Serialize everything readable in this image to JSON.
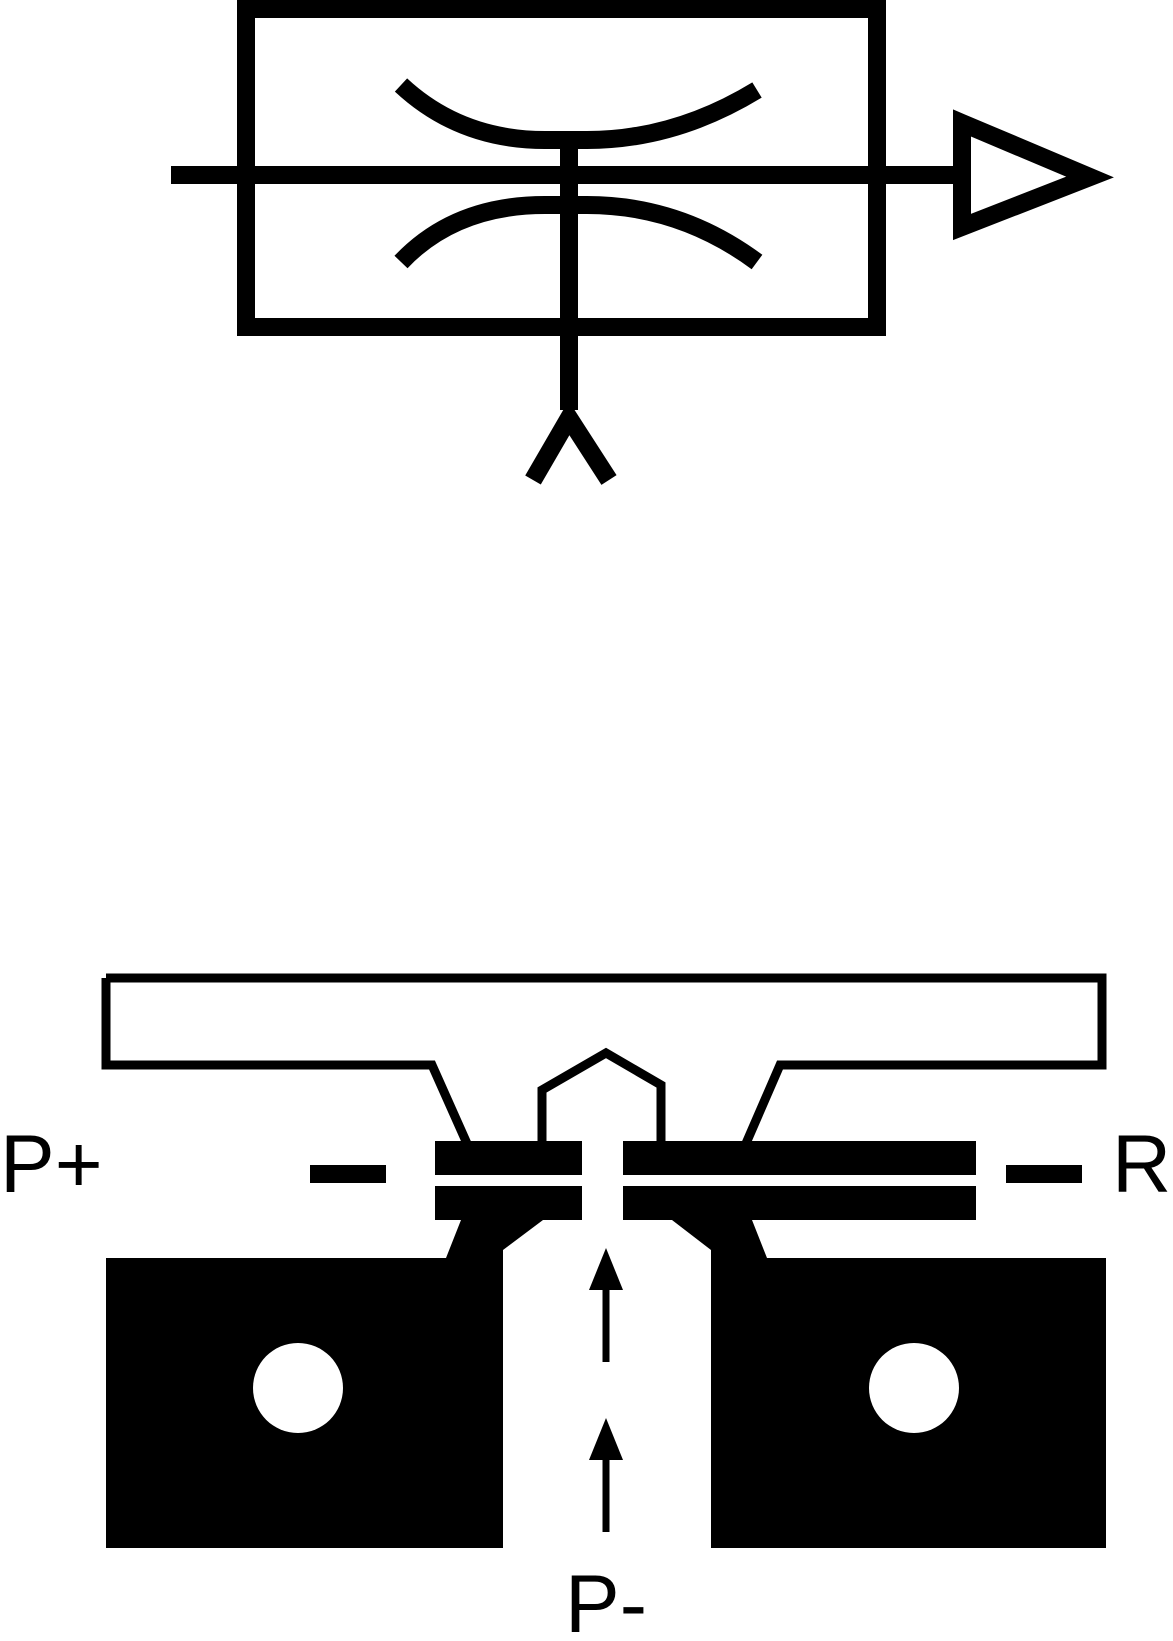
{
  "colors": {
    "ink": "#000000",
    "paper": "#ffffff"
  },
  "labels": {
    "p_plus": "P+",
    "p_minus": "P-",
    "r": "R"
  }
}
